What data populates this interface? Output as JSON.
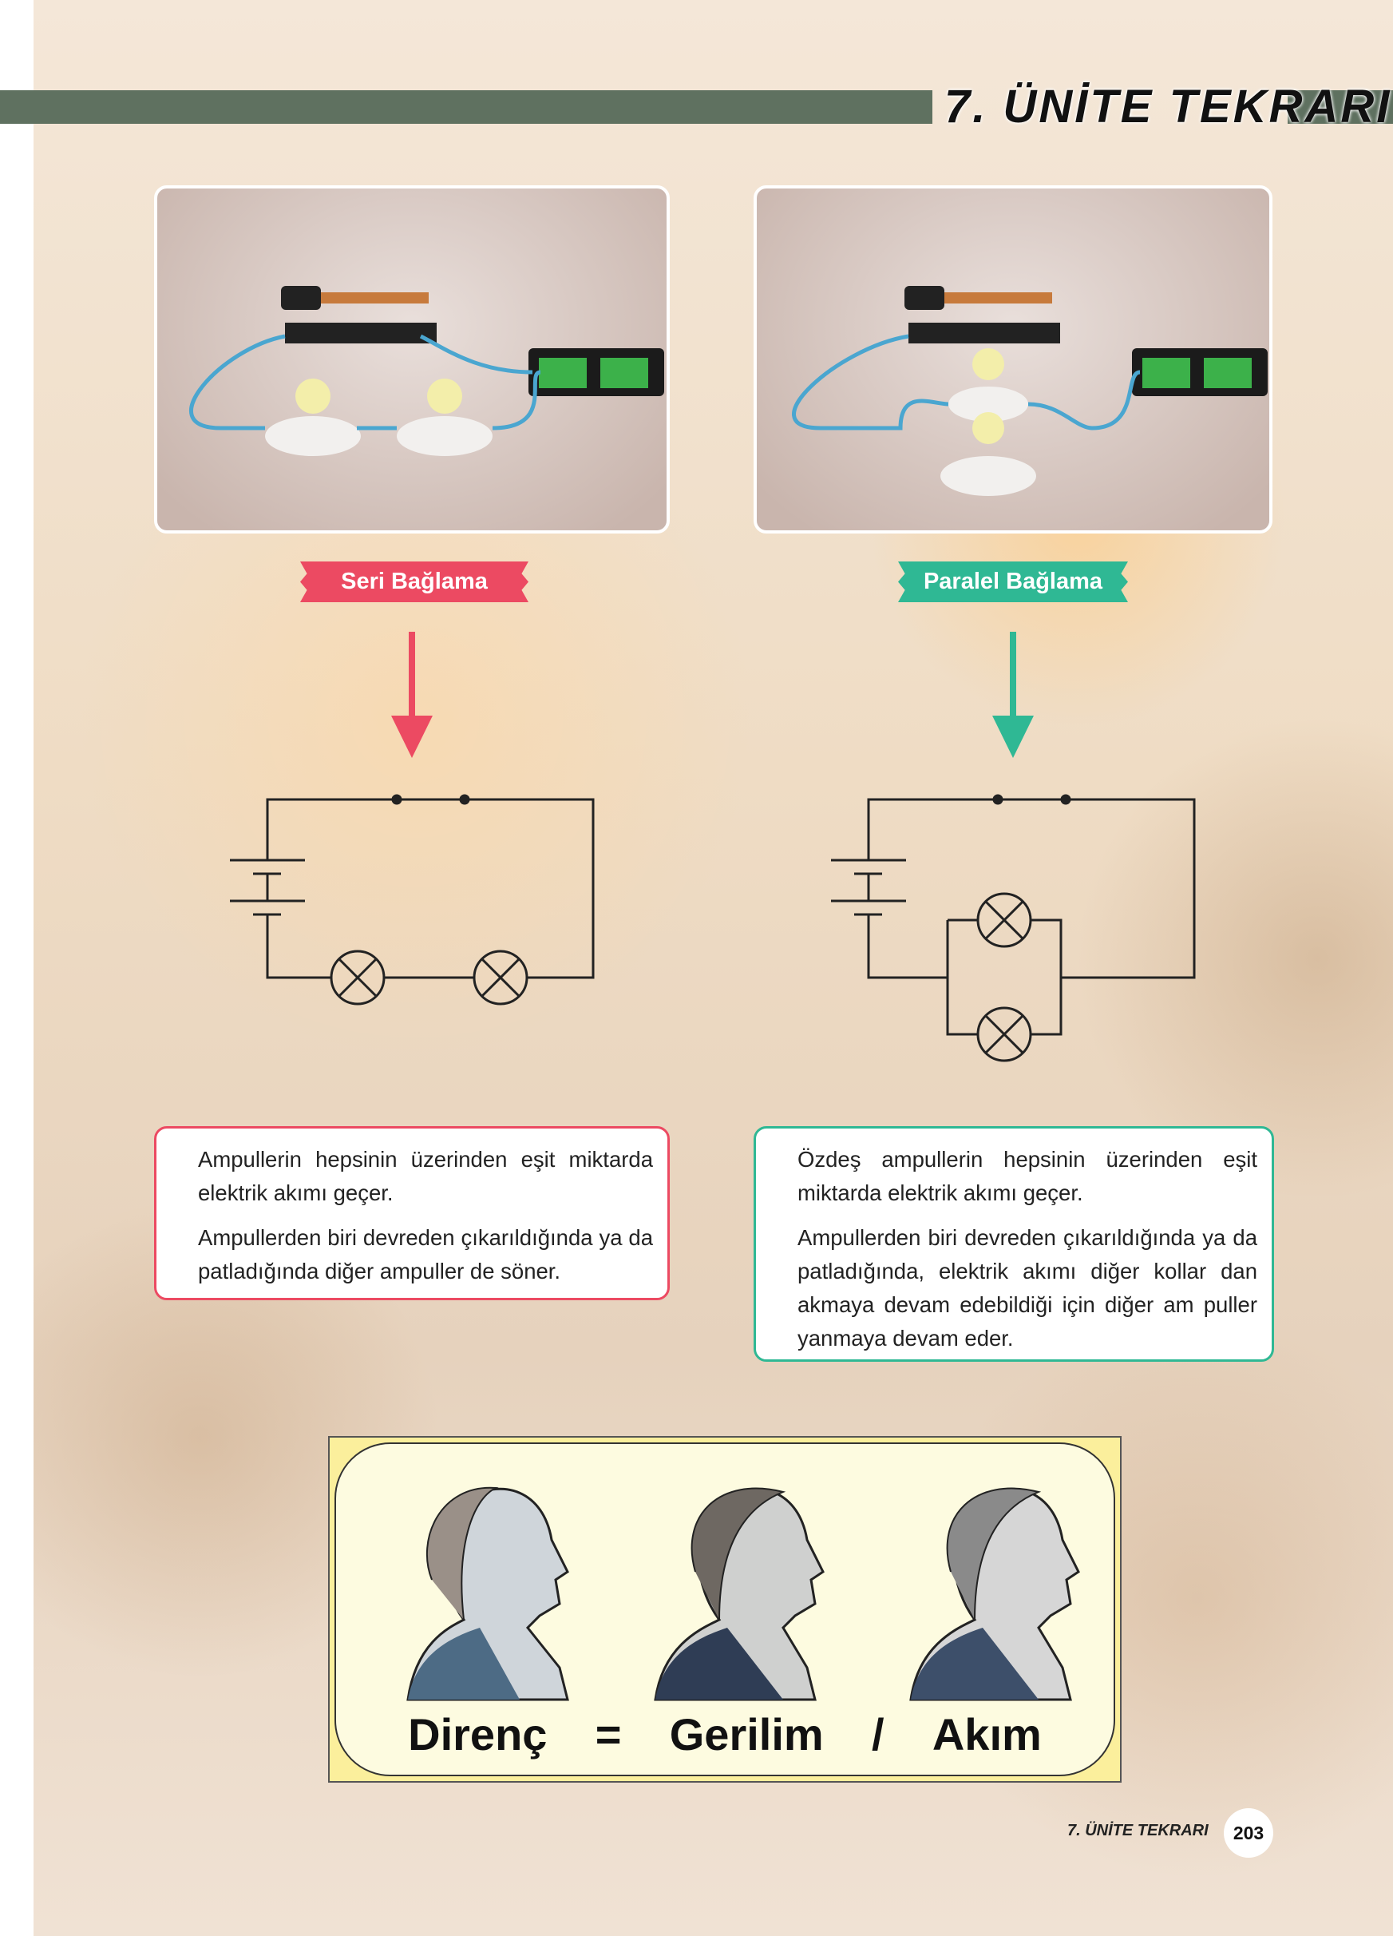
{
  "header": {
    "title": "7. ÜNİTE TEKRARI",
    "bar_color": "#5f7160"
  },
  "series": {
    "label": "Seri Bağlama",
    "color": "#ec4a62",
    "text": [
      "Ampullerin hepsinin üzerinden eşit miktarda elektrik akımı geçer.",
      "Ampullerden biri devreden çıkarıldığında ya da patladığında diğer ampuller de söner."
    ]
  },
  "parallel": {
    "label": "Paralel Bağlama",
    "color": "#2fb894",
    "text": [
      "Özdeş ampullerin hepsinin üzerinden eşit miktarda elektrik akımı geçer.",
      "Ampullerden biri devreden çıkarıldığında ya da patladığında, elektrik akımı diğer kollar dan akmaya devam edebildiği için diğer am puller yanmaya devam eder."
    ]
  },
  "formula": {
    "left": "Direnç",
    "eq": "=",
    "num": "Gerilim",
    "div": "/",
    "den": "Akım"
  },
  "footer": {
    "text": "7. ÜNİTE TEKRARI",
    "page": "203"
  }
}
